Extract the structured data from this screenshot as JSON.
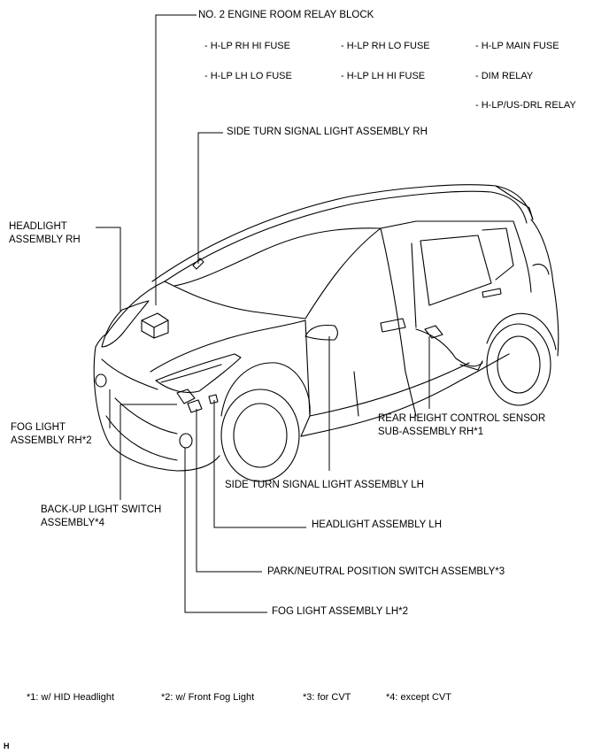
{
  "labels": {
    "relay_block": "NO. 2 ENGINE ROOM RELAY BLOCK",
    "fuse_hlp_rh_hi": "- H-LP RH HI FUSE",
    "fuse_hlp_rh_lo": "- H-LP RH LO FUSE",
    "fuse_hlp_main": "- H-LP MAIN FUSE",
    "fuse_hlp_lh_lo": "- H-LP LH LO FUSE",
    "fuse_hlp_lh_hi": "- H-LP LH HI FUSE",
    "dim_relay": "- DIM RELAY",
    "hlp_drl_relay": "- H-LP/US-DRL RELAY",
    "side_turn_rh": "SIDE TURN SIGNAL LIGHT ASSEMBLY RH",
    "headlight_rh_1": "HEADLIGHT",
    "headlight_rh_2": "ASSEMBLY RH",
    "fog_rh_1": "FOG LIGHT",
    "fog_rh_2": "ASSEMBLY RH*2",
    "rear_height_1": "REAR HEIGHT CONTROL SENSOR",
    "rear_height_2": "SUB-ASSEMBLY RH*1",
    "side_turn_lh": "SIDE TURN SIGNAL LIGHT ASSEMBLY LH",
    "backup_1": "BACK-UP LIGHT SWITCH",
    "backup_2": "ASSEMBLY*4",
    "headlight_lh": "HEADLIGHT ASSEMBLY LH",
    "park_neutral": "PARK/NEUTRAL POSITION SWITCH ASSEMBLY*3",
    "fog_lh": "FOG LIGHT ASSEMBLY LH*2"
  },
  "footnotes": {
    "n1": "*1: w/ HID Headlight",
    "n2": "*2: w/ Front Fog Light",
    "n3": "*3: for CVT",
    "n4": "*4: except CVT"
  },
  "corner_mark": "H"
}
